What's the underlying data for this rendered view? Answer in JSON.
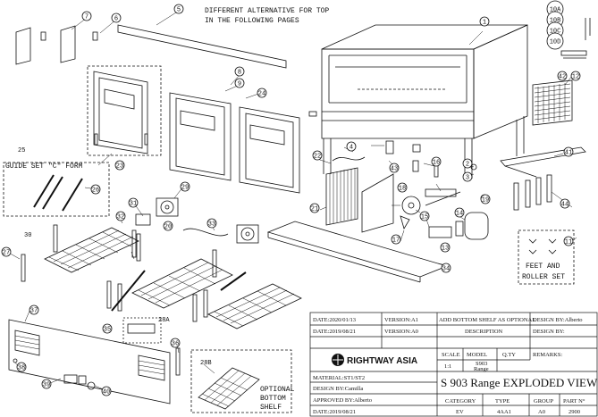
{
  "top_note": {
    "line1": "DIFFERENT ALTERNATIVE FOR TOP",
    "line2": "IN THE FOLLOWING PAGES"
  },
  "guide_set_title": "GUIDE SET \"C\" FORM",
  "feet_caption": {
    "line1": "FEET AND",
    "line2": "ROLLER SET"
  },
  "optional_caption": {
    "line1": "OPTIONAL",
    "line2": "BOTTOM",
    "line3": "SHELF"
  },
  "callouts": {
    "c1": "1",
    "c2": "2",
    "c3": "3",
    "c4": "4",
    "c5": "5",
    "c6": "6",
    "c7": "7",
    "c8": "8",
    "c9": "9",
    "c10a": "10A",
    "c10b": "10B",
    "c10c": "10C",
    "c10d": "10D",
    "c11": "11",
    "c12": "12",
    "c13": "13",
    "c14": "14",
    "c15": "15",
    "c16": "16",
    "c17": "17",
    "c18": "18",
    "c19": "19",
    "c20": "20",
    "c21": "21",
    "c22": "22",
    "c23": "23",
    "c24": "24",
    "c25": "25",
    "c26": "26",
    "c27": "27",
    "c28a": "28A",
    "c28b": "28B",
    "c29": "29",
    "c30": "30",
    "c31": "31",
    "c32": "32",
    "c33": "33",
    "c34": "34",
    "c35": "35",
    "c36": "36",
    "c37": "37",
    "c38": "38",
    "c39": "39",
    "c40": "40",
    "c41": "41",
    "c42": "42",
    "c43": "43",
    "c44": "44"
  },
  "title_block": {
    "date_1_label": "DATE:2020/01/13",
    "version_1": "VERSION:A1",
    "desc_1": "ADD BOTTOM SHELF AS OPTIONAL",
    "design_by_1": "DESIGN BY:Alberto",
    "date_0_label": "DATE:2019/08/21",
    "version_0": "VERSION:A0",
    "description_header": "DESCRIPTION",
    "design_by_0": "DESIGN BY:",
    "scale_header": "SCALE",
    "model_header": "MODEL",
    "qty_header": "Q.TY",
    "remarks": "REMARKS:",
    "scale_value": "1:1",
    "model_value_1": "S903",
    "model_value_2": "Range",
    "logo": "RIGHTWAY ASIA",
    "material": "MATERIAL:ST1/ST2",
    "design_by_camilla": "DESIGN BY:Camilla",
    "approved_by": "APPROVED BY:Alberto",
    "date_bottom": "DATE:2019/08/21",
    "main_title": "S 903 Range EXPLODED VIEW",
    "category_header": "CATEGORY",
    "type_header": "TYPE",
    "group_header": "GROUP",
    "part_header": "PART N°",
    "category_value": "EV",
    "type_value": "4AA1",
    "group_value": "A0",
    "part_value": "2900"
  }
}
